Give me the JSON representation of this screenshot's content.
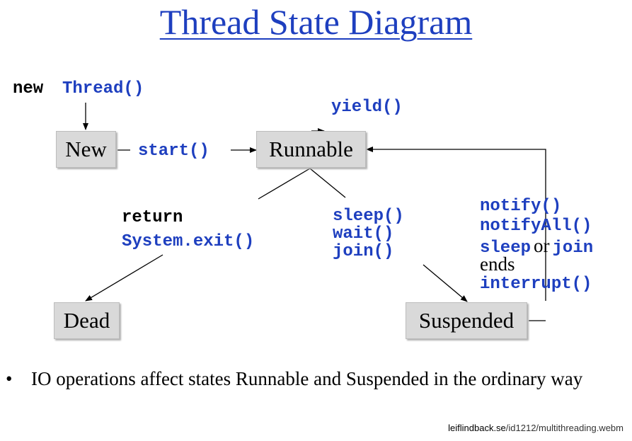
{
  "title": "Thread State Diagram",
  "states": {
    "new": "New",
    "runnable": "Runnable",
    "dead": "Dead",
    "suspended": "Suspended"
  },
  "labels": {
    "new_kw": "new",
    "thread_ctor": "Thread()",
    "start": "start()",
    "yield": "yield()",
    "return_kw": "return",
    "system_exit": "System.exit()",
    "sleep": "sleep()",
    "wait": "wait()",
    "join": "join()",
    "notify": "notify()",
    "notify_all": "notifyAll()",
    "sleep2": "sleep",
    "or": "or",
    "join2": "join",
    "ends": "ends",
    "interrupt": "interrupt()"
  },
  "bullet": {
    "marker": "•",
    "text": "IO operations affect states Runnable and Suspended in the ordinary way"
  },
  "source": {
    "domain": "leiflindback.se",
    "path": "/id1212/multithreading.webm"
  },
  "colors": {
    "code_blue": "#1e3fbf",
    "state_fill": "#d9d9d9"
  }
}
